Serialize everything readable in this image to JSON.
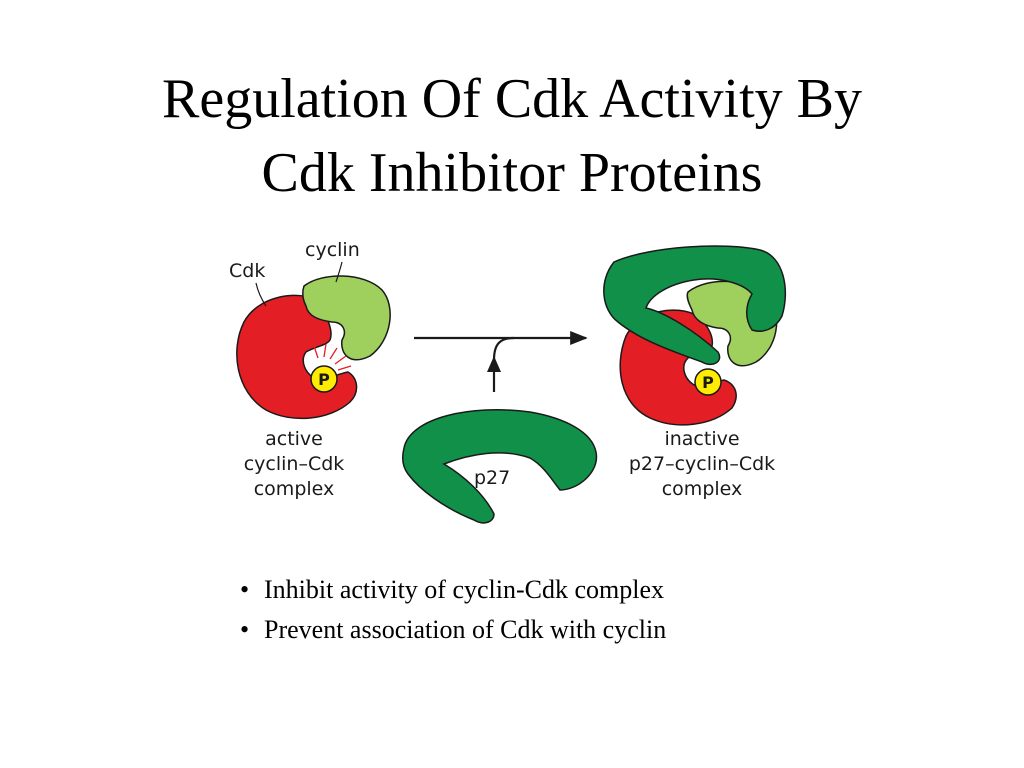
{
  "title": {
    "line1": "Regulation Of Cdk Activity By",
    "line2": "Cdk Inhibitor Proteins"
  },
  "diagram": {
    "labels": {
      "cdk": "Cdk",
      "cyclin": "cyclin",
      "p27": "p27",
      "phosphate": "P",
      "active_line1": "active",
      "active_line2": "cyclin–Cdk",
      "active_line3": "complex",
      "inactive_line1": "inactive",
      "inactive_line2": "p27–cyclin–Cdk",
      "inactive_line3": "complex"
    },
    "colors": {
      "cdk": "#e31e24",
      "cyclin": "#9fcf5d",
      "p27": "#109048",
      "phosphate": "#ffec00",
      "outline": "#1a1a1a"
    }
  },
  "bullets": [
    "Inhibit activity of cyclin-Cdk complex",
    "Prevent association of Cdk with cyclin"
  ]
}
